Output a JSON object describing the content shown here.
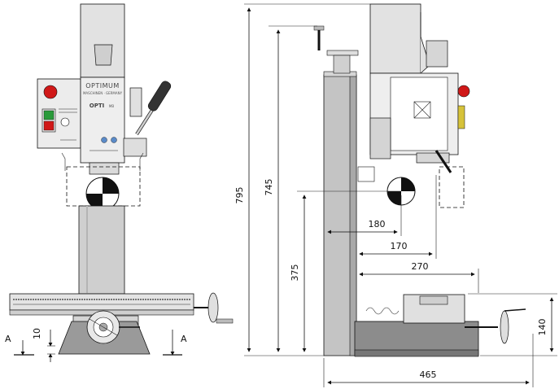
{
  "front_view": {
    "brand": "OPTIMUM",
    "brand_sub": "MASCHINEN · GERMANY",
    "model": "OPTI",
    "model_sub": "MB",
    "section_label_left": "A",
    "section_label_right": "A",
    "base_clearance": "10"
  },
  "side_view": {
    "overall_height": "795",
    "column_height": "745",
    "spindle_height": "375",
    "throat_180": "180",
    "throat_170": "170",
    "table_reach": "270",
    "table_height": "140",
    "overall_depth": "465"
  },
  "colors": {
    "line": "#111111",
    "column": "#c8c8c8",
    "column_dark": "#a9a9a9",
    "head": "#e0e0e0",
    "base": "#8c8c8c",
    "stop_red": "#d01818",
    "start_green": "#2a9a3a",
    "panel_blue": "#5a8ac8"
  }
}
